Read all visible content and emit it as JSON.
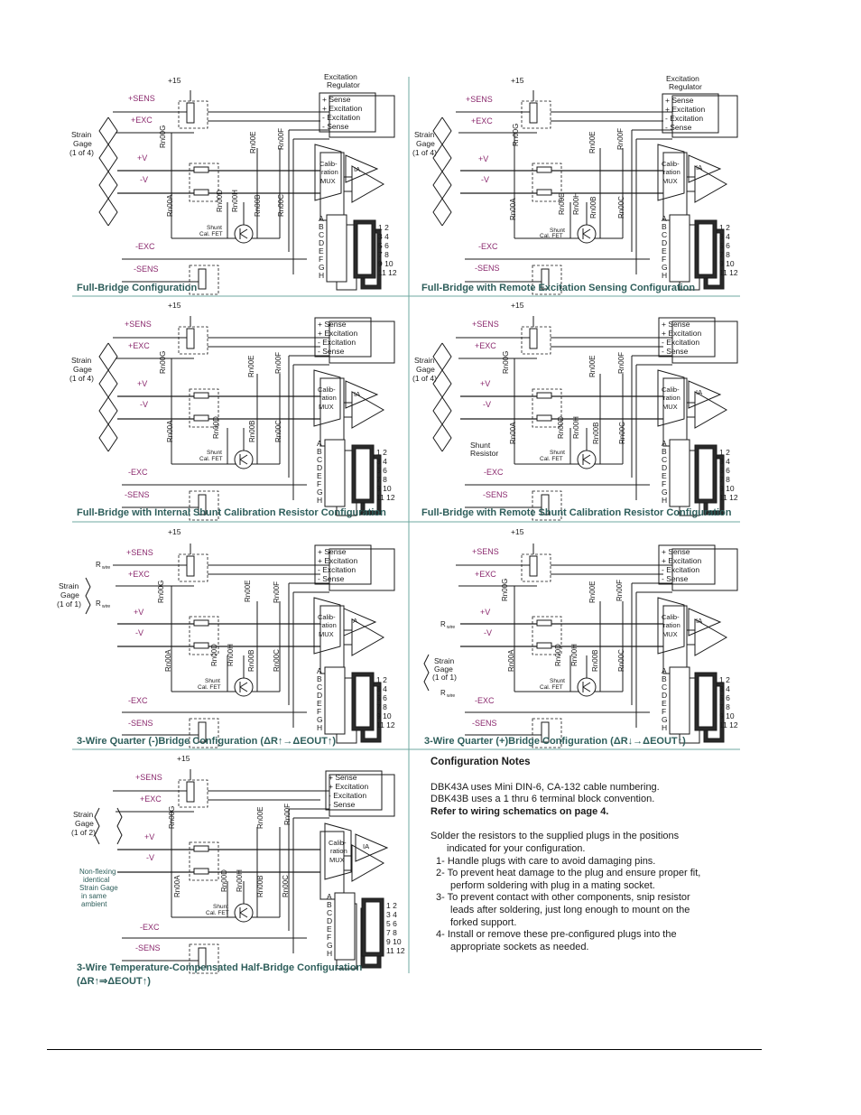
{
  "labels": {
    "plus15": "+15",
    "sens_pos": "+SENS",
    "exc_pos": "+EXC",
    "v_pos": "+V",
    "v_neg": "-V",
    "exc_neg": "-EXC",
    "sens_neg": "-SENS",
    "strain_gage": "Strain",
    "strain_gage2": "Gage",
    "of4": "(1 of 4)",
    "of1": "(1 of 1)",
    "of2": "(1 of 2)",
    "exc_reg1": "Excitation",
    "exc_reg2": "Regulator",
    "sense_p": "+ Sense",
    "excitation_p": "+ Excitation",
    "excitation_n": "- Excitation",
    "sense_n": "- Sense",
    "calib1": "Calib-",
    "calib2": "ration",
    "calib3": "MUX",
    "ia": "IA",
    "shunt1": "Shunt",
    "shunt2": "Cal. FET",
    "rn00a": "Rn00A",
    "rn00b": "Rn00B",
    "rn00c": "Rn00C",
    "rn00d": "Rn00D",
    "rn00e": "Rn00E",
    "rn00f": "Rn00F",
    "rn00g": "Rn00G",
    "rn00h": "Rn00H",
    "rwire": "R",
    "rwire_sub": "wire",
    "shunt_resistor1": "Shunt",
    "shunt_resistor2": "Resistor",
    "nonflex": [
      "Non-flexing",
      "identical",
      "Strain Gage",
      "in same",
      "ambient"
    ]
  },
  "socket": {
    "letters": [
      "A",
      "B",
      "C",
      "D",
      "E",
      "F",
      "G",
      "H"
    ],
    "pins": [
      "1  2",
      "3  4",
      "5  6",
      "7  8",
      "9  10",
      "11 12"
    ]
  },
  "captions": [
    "Full-Bridge Configuration",
    "Full-Bridge with Remote Excitation Sensing Configuration",
    "Full-Bridge with Internal Shunt Calibration Resistor Configuration",
    "Full-Bridge with Remote Shunt Calibration Resistor Configuration",
    "3-Wire Quarter (-)Bridge Configuration (ΔR↑→ΔEOUT↑)",
    "3-Wire Quarter (+)Bridge Configuration (ΔR↓→ΔEOUT↑)",
    "3-Wire Temperature-Compensated Half-Bridge Configuration",
    "(ΔR↑⇒ΔEOUT↑)"
  ],
  "notes": {
    "title": "Configuration Notes",
    "line1": "DBK43A uses Mini DIN-6, CA-132 cable numbering.",
    "line2": "DBK43B uses a 1 thru 6 terminal block convention.",
    "line3": "Refer to wiring schematics on page 4.",
    "intro": "Solder the resistors to the supplied plugs in the positions",
    "intro2": "indicated for your configuration.",
    "items": [
      "1- Handle plugs with care to avoid damaging pins.",
      "2- To prevent heat damage to the plug and ensure proper fit,",
      "perform soldering with plug in a mating socket.",
      "3- To prevent contact with other components, snip resistor",
      "leads after soldering, just long enough to mount on the",
      "forked support.",
      "4- Install or remove these pre-configured plugs into the",
      "appropriate sockets as needed."
    ]
  },
  "colors": {
    "signal_label": "#8b2a6e",
    "caption": "#2e5e5b",
    "divider": "#6fa8a0",
    "line": "#1a1a1a"
  }
}
